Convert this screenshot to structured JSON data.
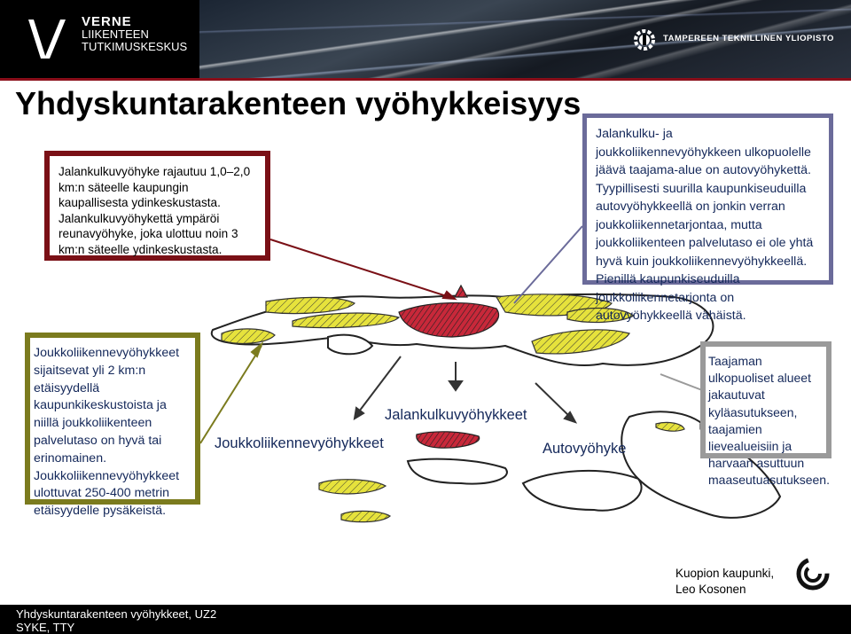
{
  "header": {
    "verne_line1": "VERNE",
    "verne_line2": "LIIKENTEEN",
    "verne_line3": "TUTKIMUSKESKUS",
    "university": "TAMPEREEN TEKNILLINEN YLIOPISTO"
  },
  "slide": {
    "title": "Yhdyskuntarakenteen vyöhykkeisyys"
  },
  "callouts": {
    "walking_zone": "Jalankulkuvyöhyke rajautuu 1,0–2,0 km:n säteelle kaupungin kaupallisesta ydinkeskustasta. Jalankulkuvyöhykettä ympäröi reunavyöhyke, joka ulottuu noin 3 km:n säteelle ydinkeskustasta.",
    "car_zone": "Jalankulku- ja joukkoliikennevyöhykkeen ulkopuolelle jäävä taajama-alue on autovyöhykettä. Tyypillisesti suurilla kaupunkiseuduilla autovyöhykkeellä on jonkin verran joukkoliikennetarjontaa, mutta joukkoliikenteen palvelutaso ei ole yhtä hyvä kuin joukkoliikennevyöhykkeellä. Pienillä kaupunkiseuduilla joukkoliikennetarjonta on autovyöhykkeellä vähäistä.",
    "transit_zone": "Joukkoliikennevyöhykkeet sijaitsevat yli 2 km:n etäisyydellä kaupunkikeskustoista ja niillä joukkoliikenteen palvelutaso on hyvä tai erinomainen. Joukkoliikennevyöhykkeet ulottuvat 250-400 metrin etäisyydelle pysäkeistä.",
    "rural": "Taajaman ulkopuoliset alueet jakautuvat kyläasutukseen, taajamien lievealueisiin ja harvaan asuttuun maaseutuasutukseen."
  },
  "diagram": {
    "label_transit": "Joukkoliikennevyöhykkeet",
    "label_walking": "Jalankulkuvyöhykkeet",
    "label_car": "Autovyöhyke"
  },
  "credit": {
    "line1": "Kuopion kaupunki,",
    "line2": "Leo Kosonen"
  },
  "footer": {
    "line1": "Yhdyskuntarakenteen vyöhykkeet, UZ2",
    "line2": "SYKE, TTY"
  },
  "colors": {
    "walking_fill": "#c8283a",
    "transit_fill": "#e6e23c",
    "car_fill": "#ffffff",
    "red_frame": "#7a1016",
    "blue_frame": "#6b6b9a",
    "olive_frame": "#7b7b1e",
    "gray_frame": "#9a9a9a"
  }
}
